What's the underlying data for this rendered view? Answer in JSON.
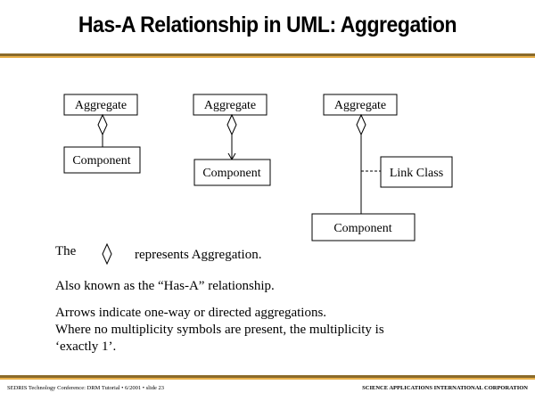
{
  "title": "Has-A Relationship in UML: Aggregation",
  "diagram": {
    "aggregate_label": "Aggregate",
    "component_label": "Component",
    "link_class_label": "Link Class"
  },
  "body": {
    "legend_prefix": "The",
    "legend_suffix": "represents Aggregation.",
    "line2": "Also known as the “Has-A” relationship.",
    "line3a": "Arrows indicate one-way or directed aggregations.",
    "line3b": "Where no multiplicity symbols are present, the multiplicity is",
    "line3c": "‘exactly 1’."
  },
  "footer": {
    "left": "SEDRIS Technology Conference: DRM Tutorial • 6/2001 • slide 23",
    "right": "SCIENCE APPLICATIONS INTERNATIONAL CORPORATION"
  },
  "colors": {
    "rule_dark": "#8a6a2a",
    "rule_gold": "#e8b04a"
  }
}
